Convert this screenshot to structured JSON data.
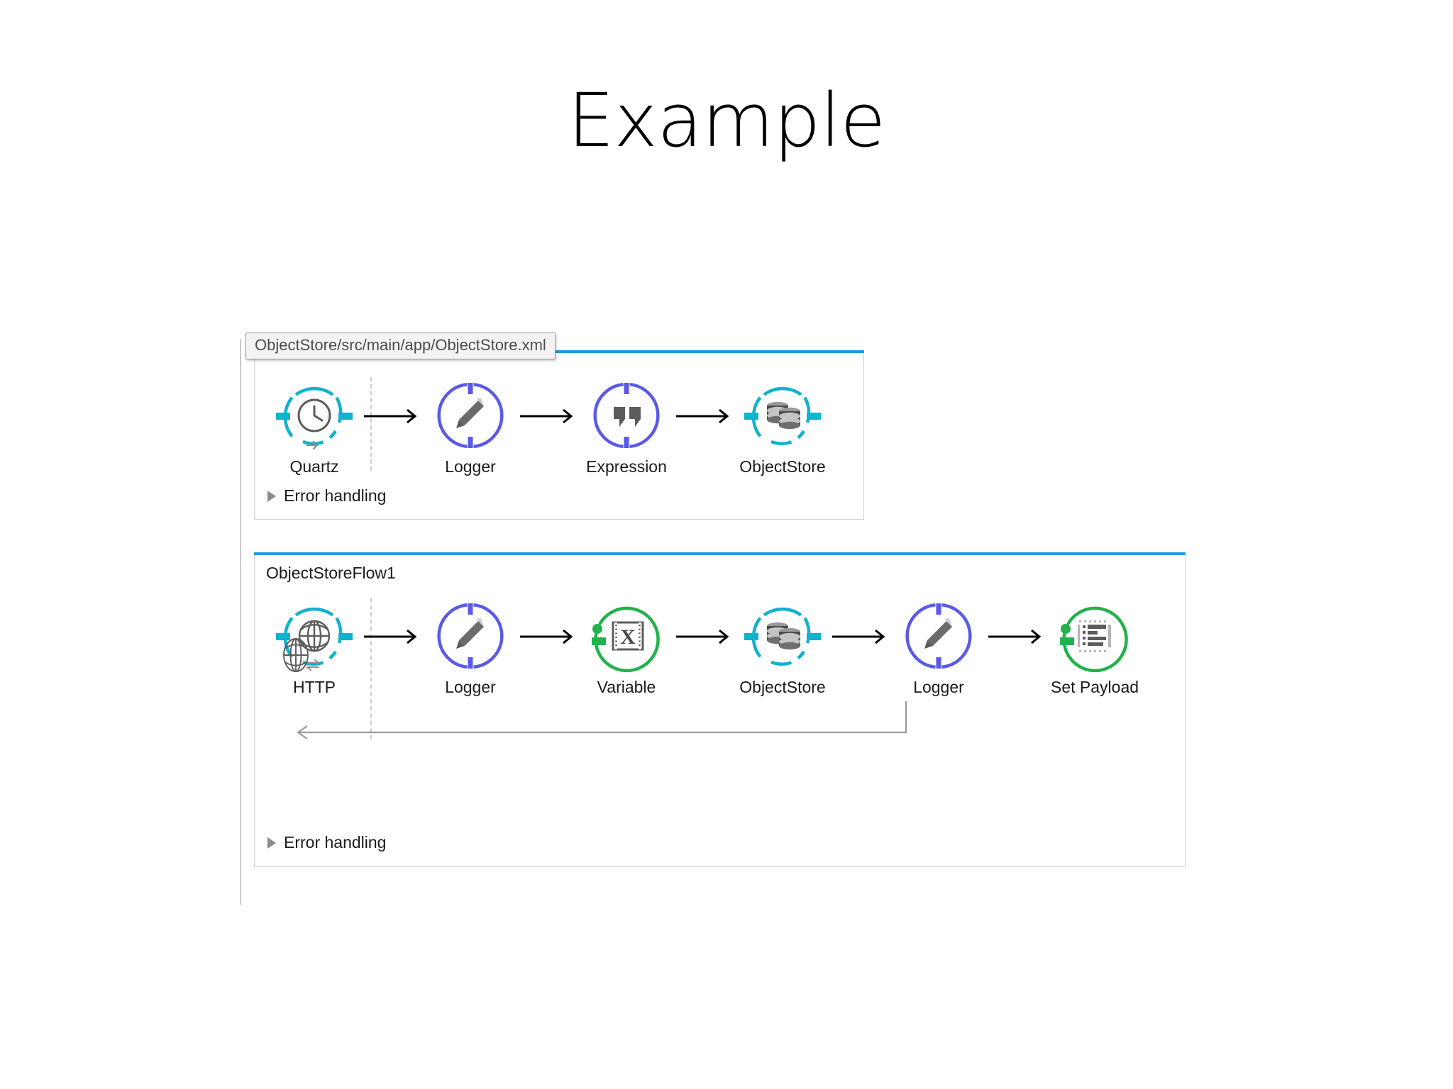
{
  "slide": {
    "title": "Example"
  },
  "canvas": {
    "file_tab": "ObjectStore/src/main/app/ObjectStore.xml"
  },
  "colors": {
    "cyan": "#10b2ce",
    "purple": "#5a5ae6",
    "green": "#22b24c",
    "panel_topbar_blue": "#1e9ae0",
    "panel_border": "#cfcfcf",
    "connector_line": "#000000",
    "return_line": "#9a9a9a",
    "text": "#1a1a1a"
  },
  "flows": [
    {
      "name": "flow-1",
      "title": "",
      "error_handling_label": "Error handling",
      "error_handling_icon": "triangle-right-icon",
      "nodes": [
        {
          "label": "Quartz",
          "icon": "clock-icon",
          "color": "cyan",
          "style": "source-broken",
          "badge": "arrow-right-icon"
        },
        {
          "label": "Logger",
          "icon": "pencil-icon",
          "color": "purple",
          "style": "processor",
          "badge": ""
        },
        {
          "label": "Expression",
          "icon": "quotes-icon",
          "color": "purple",
          "style": "processor",
          "badge": ""
        },
        {
          "label": "ObjectStore",
          "icon": "database-icon",
          "color": "cyan",
          "style": "connector",
          "badge": ""
        }
      ]
    },
    {
      "name": "flow-2",
      "title": "ObjectStoreFlow1",
      "error_handling_label": "Error handling",
      "error_handling_icon": "triangle-right-icon",
      "nodes": [
        {
          "label": "HTTP",
          "icon": "globe-icon",
          "color": "cyan",
          "style": "source-broken",
          "badge": "exchange-icon"
        },
        {
          "label": "Logger",
          "icon": "pencil-icon",
          "color": "purple",
          "style": "processor",
          "badge": ""
        },
        {
          "label": "Variable",
          "icon": "variable-x-icon",
          "color": "green",
          "style": "transformer",
          "badge": ""
        },
        {
          "label": "ObjectStore",
          "icon": "database-icon",
          "color": "cyan",
          "style": "connector",
          "badge": ""
        },
        {
          "label": "Logger",
          "icon": "pencil-icon",
          "color": "purple",
          "style": "processor",
          "badge": ""
        },
        {
          "label": "Set Payload",
          "icon": "document-list-icon",
          "color": "green",
          "style": "transformer",
          "badge": ""
        }
      ],
      "return_path": {
        "icon": "globe-icon",
        "direction": "left"
      }
    }
  ]
}
